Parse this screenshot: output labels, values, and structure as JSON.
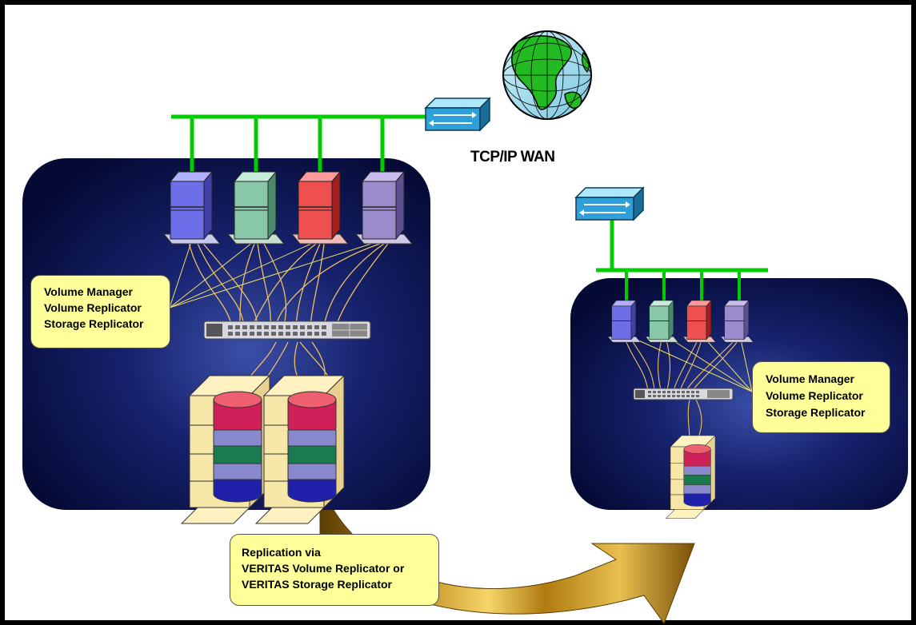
{
  "wan_label": "TCP/IP WAN",
  "left_site": {
    "software": [
      "Volume Manager",
      "Volume Replicator",
      "Storage Replicator"
    ]
  },
  "right_site": {
    "software": [
      "Volume Manager",
      "Volume Replicator",
      "Storage Replicator"
    ]
  },
  "replication_note": {
    "lines": [
      "Replication via",
      "VERITAS Volume Replicator or",
      "VERITAS Storage Replicator"
    ]
  },
  "colors": {
    "site_panel": "#0a1250",
    "network_line": "#00cc00",
    "router": "#33aadd",
    "label_fill": "#ffff99",
    "arrow": "#c89a1c",
    "fiber": "#f0c060",
    "server_colors": [
      "#7777ee",
      "#88ccaa",
      "#ee5555",
      "#9988cc"
    ]
  },
  "icons": [
    "globe-icon",
    "router-icon",
    "server-icon",
    "fc-switch-icon",
    "disk-array-icon"
  ]
}
